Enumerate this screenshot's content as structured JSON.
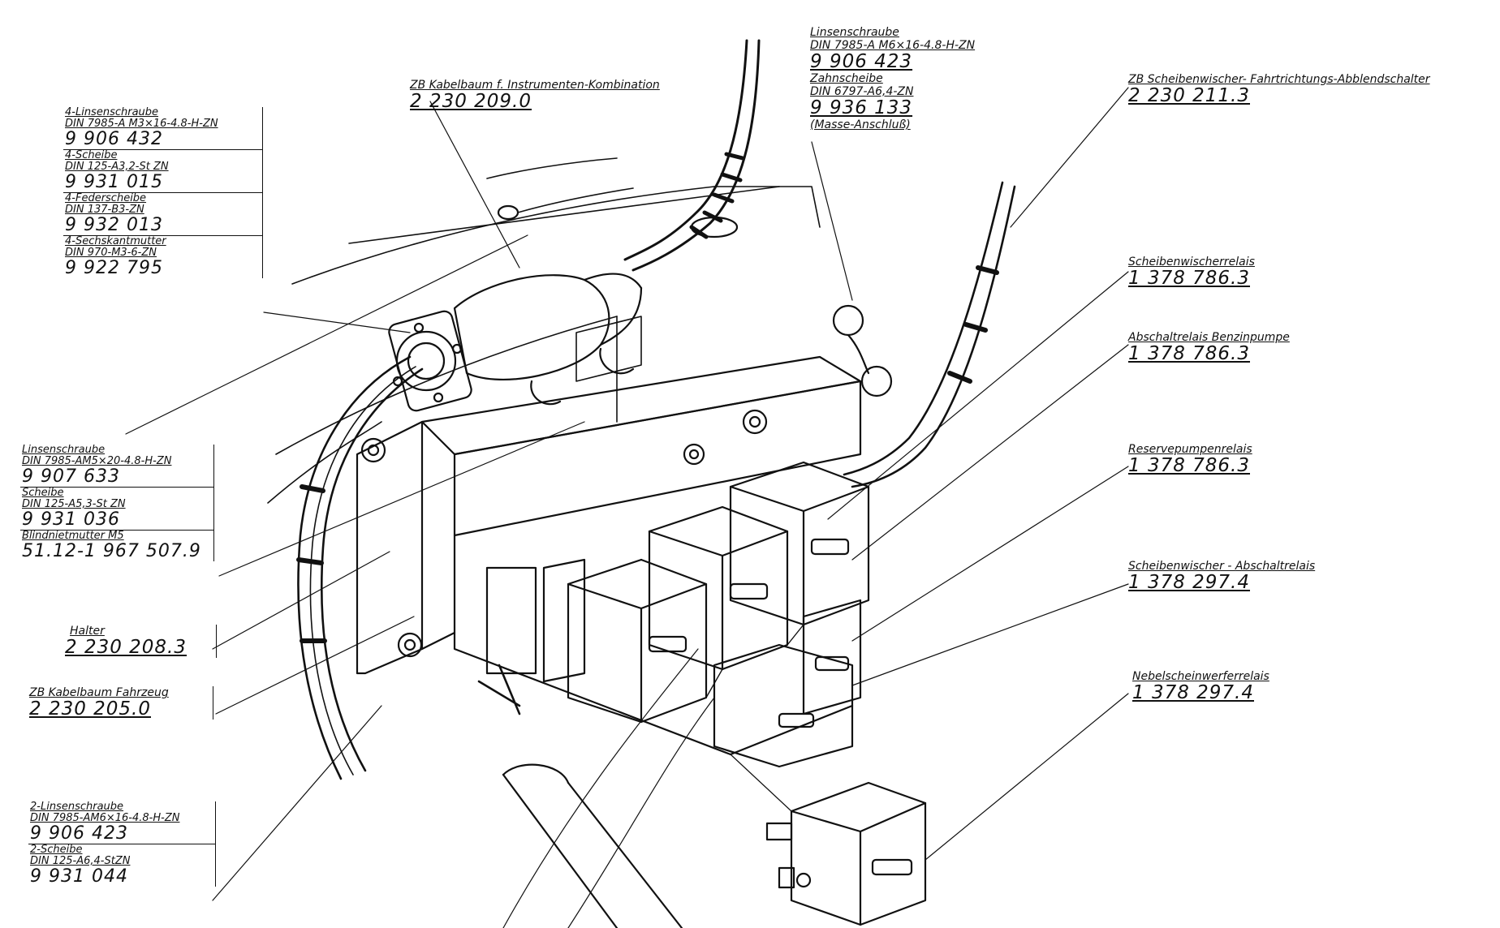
{
  "labels": {
    "hardware_left_top": [
      {
        "title": "4-Linsenschraube",
        "spec": "DIN 7985-A M3×16-4.8-H-ZN",
        "number": "9 906 432"
      },
      {
        "title": "4-Scheibe",
        "spec": "DIN 125-A3,2-St ZN",
        "number": "9 931 015"
      },
      {
        "title": "4-Federscheibe",
        "spec": "DIN 137-B3-ZN",
        "number": "9 932 013"
      },
      {
        "title": "4-Sechskantmutter",
        "spec": "DIN 970-M3-6-ZN",
        "number": "9 922 795"
      }
    ],
    "hardware_left_mid": [
      {
        "title": "Linsenschraube",
        "spec": "DIN 7985-AM5×20-4.8-H-ZN",
        "number": "9 907 633"
      },
      {
        "title": "Scheibe",
        "spec": "DIN 125-A5,3-St ZN",
        "number": "9 931 036"
      },
      {
        "title": "Blindnietmutter M5",
        "spec": "",
        "number": "51.12-1 967 507.9"
      }
    ],
    "halter": {
      "title": "Halter",
      "number": "2 230 208.3"
    },
    "kabelbaum_fahrzeug": {
      "title": "ZB Kabelbaum Fahrzeug",
      "number": "2 230 205.0"
    },
    "hardware_left_bottom": [
      {
        "title": "2-Linsenschraube",
        "spec": "DIN 7985-AM6×16-4.8-H-ZN",
        "number": "9 906 423"
      },
      {
        "title": "2-Scheibe",
        "spec": "DIN 125-A6,4-StZN",
        "number": "9 931 044"
      }
    ],
    "kabelbaum_instrumente": {
      "title": "ZB Kabelbaum f. Instrumenten-Kombination",
      "number": "2 230 209.0"
    },
    "masse_anschluss": [
      {
        "title": "Linsenschraube",
        "spec": "DIN 7985-A M6×16-4.8-H-ZN",
        "number": "9 906 423"
      },
      {
        "title": "Zahnscheibe",
        "spec": "DIN 6797-A6,4-ZN",
        "number": "9 936 133"
      },
      {
        "note": "(Masse-Anschluß)"
      }
    ],
    "scheibenwischer_schalter": {
      "title": "ZB Scheibenwischer- Fahrtrichtungs-Abblendschalter",
      "number": "2 230 211.3"
    },
    "relays": [
      {
        "title": "Scheibenwischerrelais",
        "number": "1 378 786.3"
      },
      {
        "title": "Abschaltrelais Benzinpumpe",
        "number": "1 378 786.3"
      },
      {
        "title": "Reservepumpenrelais",
        "number": "1 378 786.3"
      },
      {
        "title": "Scheibenwischer - Abschaltrelais",
        "number": "1 378 297.4"
      },
      {
        "title": "Nebelscheinwerferrelais",
        "number": "1 378 297.4"
      }
    ]
  }
}
